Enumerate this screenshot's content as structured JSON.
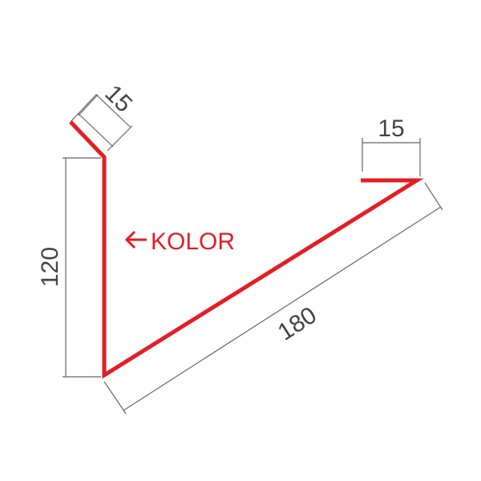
{
  "diagram": {
    "profile_color": "#e31e24",
    "dimension_color": "#555555",
    "dimensions": {
      "top_flange": "15",
      "vertical_height": "120",
      "slope_length": "180",
      "right_flange": "15"
    },
    "annotation": {
      "label": "KOLOR",
      "icon": "arrow-left-icon"
    }
  }
}
